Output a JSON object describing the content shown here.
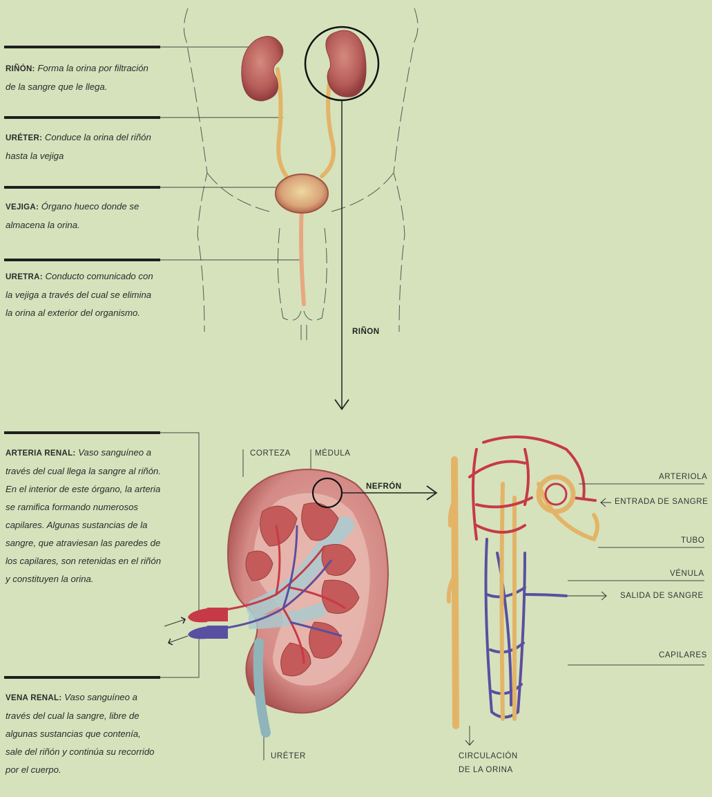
{
  "top_section": {
    "items": [
      {
        "term": "RIÑÓN:",
        "text": "Forma la orina por filtración de la sangre que le llega."
      },
      {
        "term": "URÉTER:",
        "text": "Conduce la orina del riñón hasta la vejiga"
      },
      {
        "term": "VEJIGA:",
        "text": "Órgano hueco donde se almacena la orina."
      },
      {
        "term": "URETRA:",
        "text": "Conducto comunicado con la vejiga a través del cual se elimina la orina al exterior del organismo."
      }
    ],
    "zoom_label": "RIÑON"
  },
  "bottom_section": {
    "items": [
      {
        "term": "ARTERIA RENAL:",
        "text": "Vaso sanguíneo a través del cual llega la sangre al riñón. En el interior de este órgano, la arteria se ramifica formando numerosos capilares. Algunas sustancias de la sangre, que atraviesan las paredes de los capilares, son retenidas en el riñón y constituyen la orina."
      },
      {
        "term": "VENA RENAL:",
        "text": "Vaso sanguíneo a través del cual la sangre, libre de algunas sustancias que contenía, sale del riñón y continúa su recorrido por el cuerpo."
      }
    ],
    "kidney_labels": {
      "corteza": "CORTEZA",
      "medula": "MÉDULA",
      "ureter": "URÉTER"
    },
    "nephron_label": "NEFRÓN",
    "nephron_labels": {
      "arteriola": "ARTERIOLA",
      "entrada": "ENTRADA DE SANGRE",
      "tubo": "TUBO",
      "venula": "VÉNULA",
      "salida": "SALIDA DE SANGRE",
      "capilares": "CAPILARES",
      "circulacion_1": "CIRCULACIÓN",
      "circulacion_2": "DE LA ORINA"
    }
  },
  "colors": {
    "background": "#d6e2bc",
    "artery": "#c8323c",
    "vein": "#5a4fa0",
    "tube": "#e3b468",
    "kidney": "#b85a5a"
  }
}
